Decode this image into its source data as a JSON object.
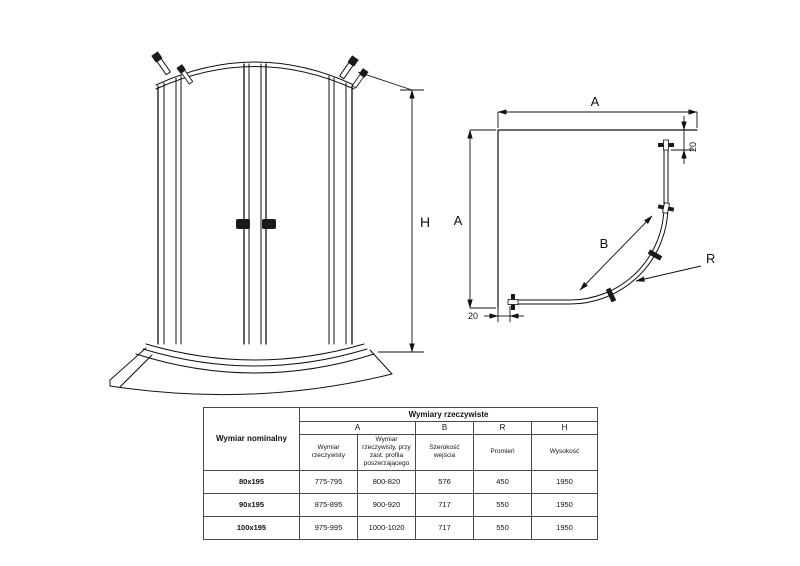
{
  "front_view": {
    "height_label": "H"
  },
  "plan_view": {
    "width_label": "A",
    "depth_label": "A",
    "entry_label": "B",
    "radius_label": "R",
    "offset_top_right": "20",
    "offset_bottom_left": "20"
  },
  "table": {
    "nominal_header": "Wymiar nominalny",
    "actual_header": "Wymiary rzeczywiste",
    "col_groups": {
      "a": "A",
      "b": "B",
      "r": "R",
      "h": "H"
    },
    "sub_headers": {
      "a_real": "Wymiar rzeczywisty",
      "a_ext": "Wymiar rzeczywisty, przy zast. profila poszerzającego",
      "b": "Szerokość wejścia",
      "r": "Promień",
      "h": "Wysokość"
    },
    "rows": [
      {
        "nominal": "80x195",
        "a_real": "775-795",
        "a_ext": "800-820",
        "b": "576",
        "r": "450",
        "h": "1950"
      },
      {
        "nominal": "90x195",
        "a_real": "875-895",
        "a_ext": "900-920",
        "b": "717",
        "r": "550",
        "h": "1950"
      },
      {
        "nominal": "100x195",
        "a_real": "975-995",
        "a_ext": "1000-1020",
        "b": "717",
        "r": "550",
        "h": "1950"
      }
    ]
  }
}
